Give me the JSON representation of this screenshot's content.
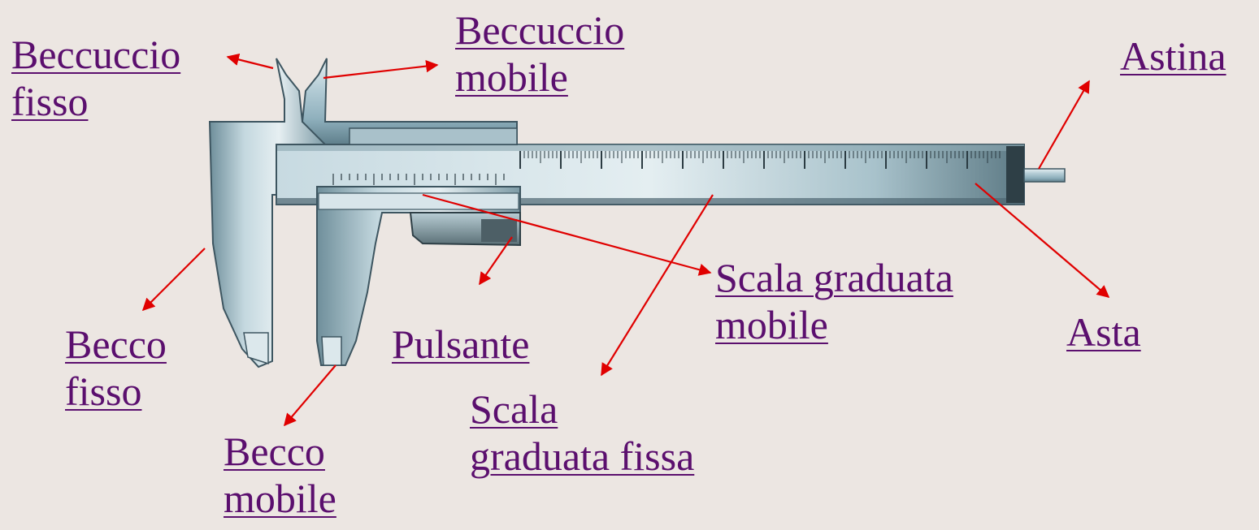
{
  "colors": {
    "background": "#ece6e2",
    "label_text": "#5b0f6e",
    "arrow": "#e00000",
    "metal_light": "#c9dbe2",
    "metal_mid": "#8fb0bd",
    "metal_dark": "#3d5560"
  },
  "labels": {
    "beccuccio_fisso": {
      "line1": "Beccuccio",
      "line2": "fisso"
    },
    "beccuccio_mobile": {
      "line1": "Beccuccio",
      "line2": "mobile"
    },
    "astina": {
      "line1": "Astina"
    },
    "becco_fisso": {
      "line1": "Becco",
      "line2": "fisso"
    },
    "becco_mobile": {
      "line1": "Becco",
      "line2": "mobile"
    },
    "pulsante": {
      "line1": "Pulsante"
    },
    "scala_graduata_mobile": {
      "line1": "Scala graduata",
      "line2": "mobile"
    },
    "scala_graduata_fissa": {
      "line1": "Scala",
      "line2": "graduata fissa"
    },
    "asta": {
      "line1": "Asta"
    }
  }
}
